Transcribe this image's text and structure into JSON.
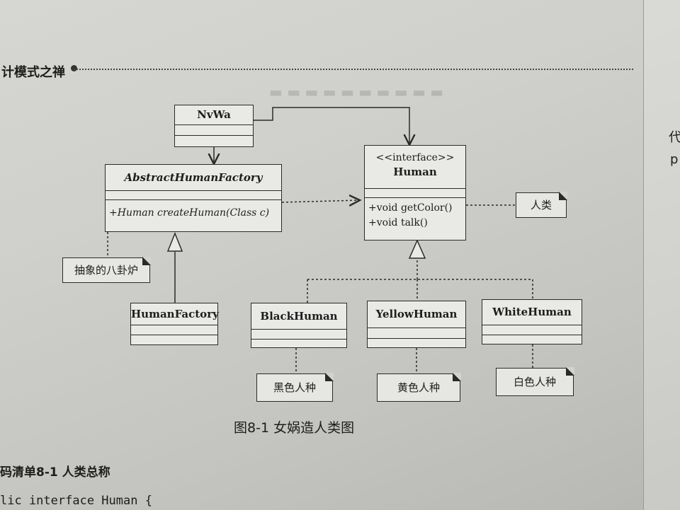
{
  "header": {
    "title": "计模式之禅"
  },
  "right_margin": {
    "line1": "代",
    "line2": "p"
  },
  "classes": {
    "nvwa": {
      "name": "NvWa"
    },
    "abstract_factory": {
      "name": "AbstractHumanFactory",
      "method": "+Human createHuman(Class c)"
    },
    "human_factory": {
      "name": "HumanFactory"
    },
    "human": {
      "stereotype": "<<interface>>",
      "name": "Human",
      "methods": [
        "+void getColor()",
        "+void talk()"
      ]
    },
    "black_human": {
      "name": "BlackHuman"
    },
    "yellow_human": {
      "name": "YellowHuman"
    },
    "white_human": {
      "name": "WhiteHuman"
    }
  },
  "notes": {
    "furnace": "抽象的八卦炉",
    "human": "人类",
    "black": "黑色人种",
    "yellow": "黄色人种",
    "white": "白色人种"
  },
  "caption": "图8-1   女娲造人类图",
  "listing": {
    "title": "码清单8-1   人类总称",
    "code": "lic interface Human {"
  },
  "colors": {
    "ink": "#2a2a2a",
    "paper": "#d0d0cc",
    "box": "#e9e9e6"
  }
}
